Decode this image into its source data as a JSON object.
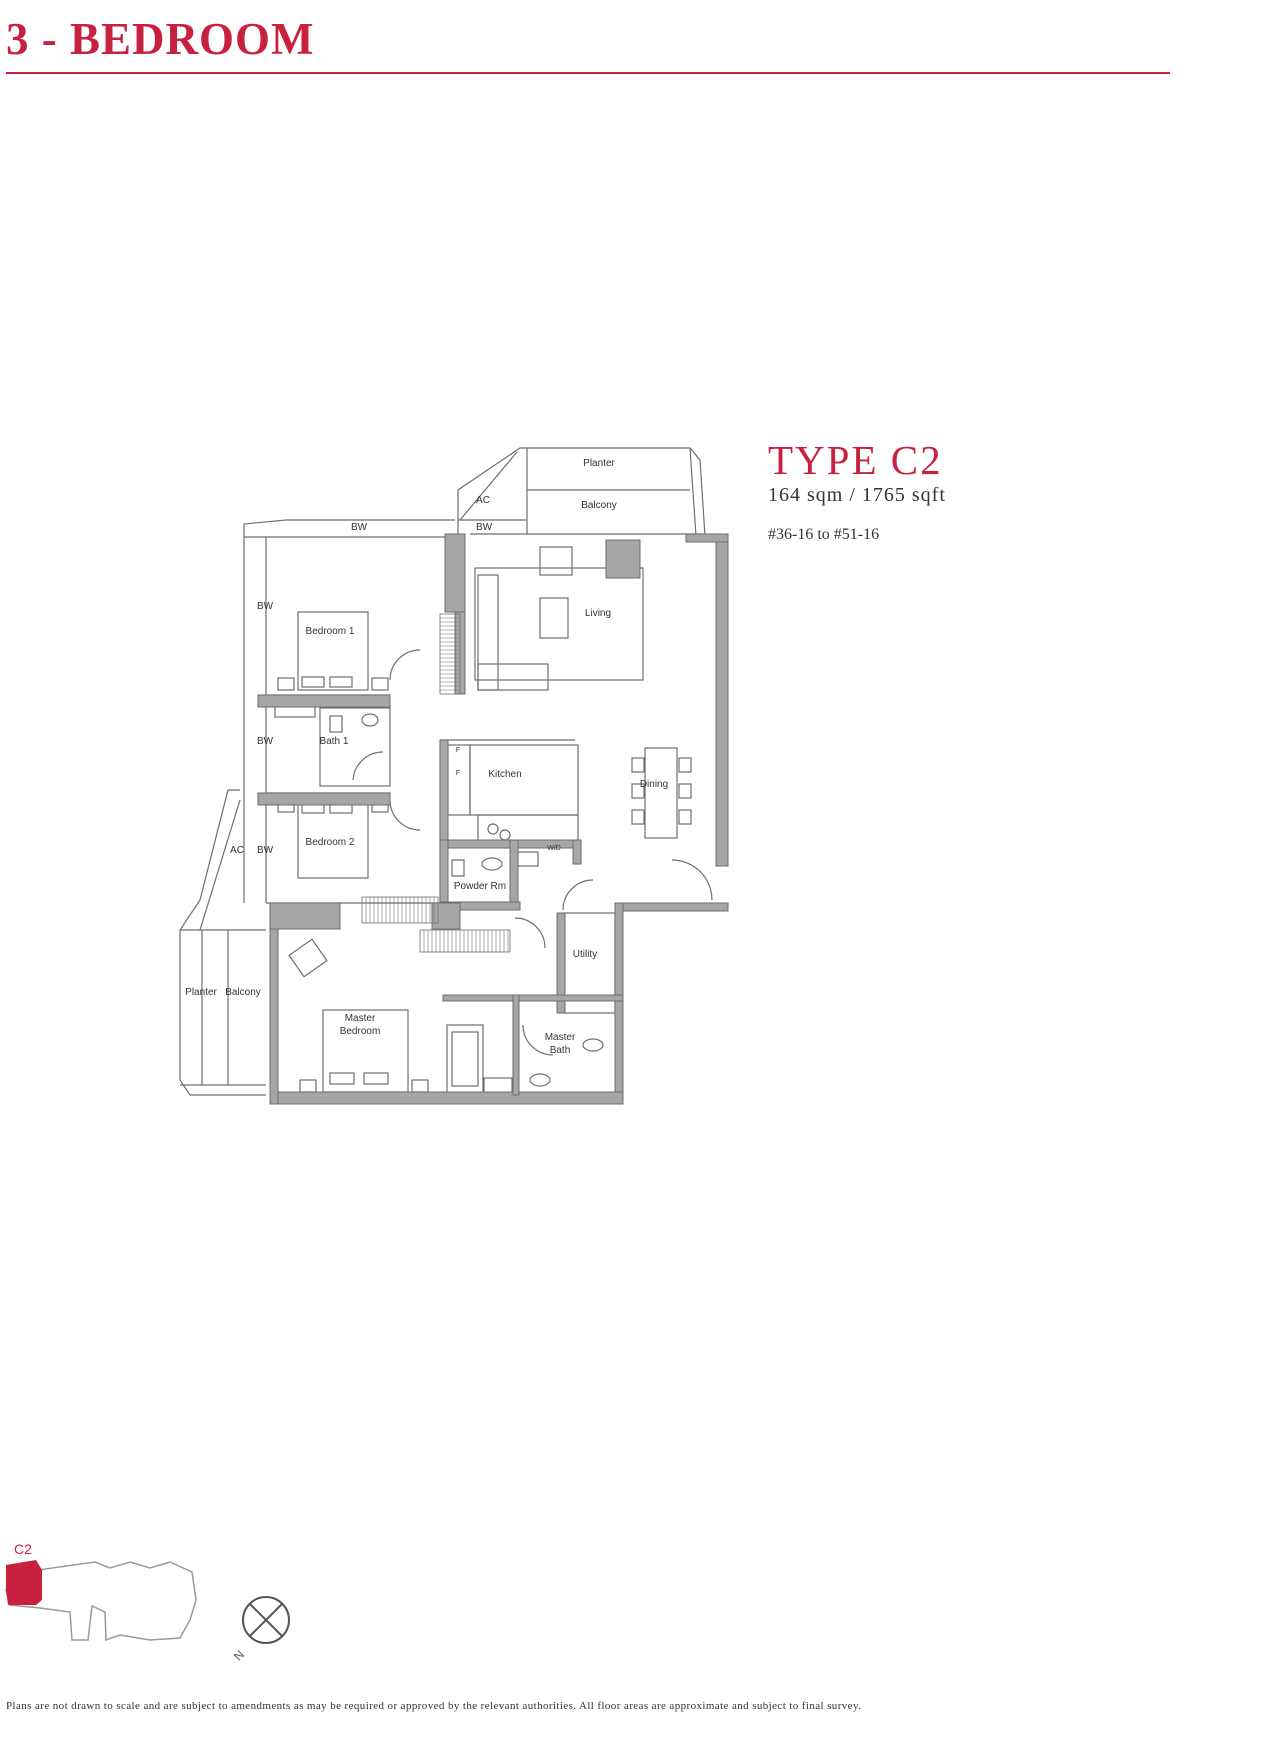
{
  "header": {
    "title": "3 - BEDROOM"
  },
  "unit": {
    "type": "TYPE C2",
    "area": "164 sqm / 1765 sqft",
    "units": "#36-16 to #51-16"
  },
  "rooms": {
    "planter_top": "Planter",
    "balcony_top": "Balcony",
    "ac_top": "AC",
    "bw_top_left": "BW",
    "bw_top_mid": "BW",
    "bw_side_1": "BW",
    "bw_side_2": "BW",
    "bw_side_3": "BW",
    "ac_side": "AC",
    "living": "Living",
    "bedroom1": "Bedroom 1",
    "bath1": "Bath 1",
    "kitchen": "Kitchen",
    "dining": "Dining",
    "bedroom2": "Bedroom 2",
    "powder_rm": "Powder Rm",
    "wd": "W/D",
    "utility": "Utility",
    "planter_side": "Planter",
    "balcony_side": "Balcony",
    "master_bedroom_1": "Master",
    "master_bedroom_2": "Bedroom",
    "master_bath_1": "Master",
    "master_bath_2": "Bath",
    "fridge_1": "F",
    "fridge_2": "F"
  },
  "keyplan": {
    "label": "C2",
    "north": "N"
  },
  "colors": {
    "accent": "#c8203f",
    "wall": "#a6a6a6",
    "line": "#6e6e6e"
  },
  "disclaimer": "Plans are not drawn to scale and are subject to amendments as may be required or approved by the relevant authorities. All floor areas are approximate and subject to final survey."
}
